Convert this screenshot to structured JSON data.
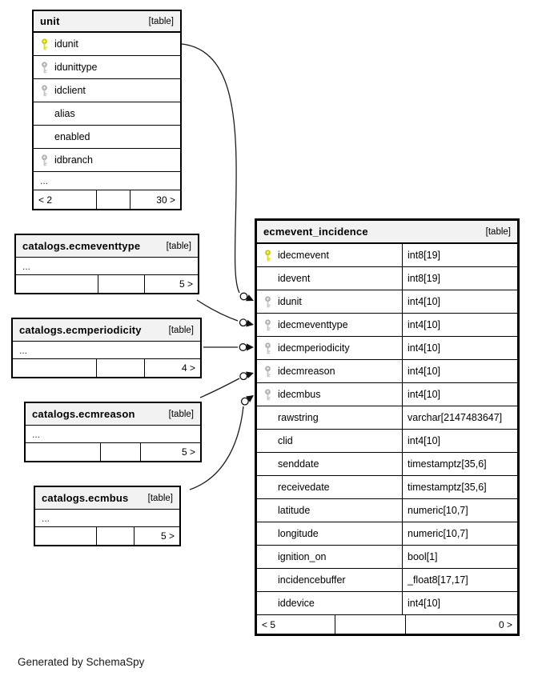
{
  "app": {
    "credit": "Generated by SchemaSpy"
  },
  "colors": {
    "primary_key": "#e0e000",
    "foreign_key": "#c6c6c6",
    "header_bg": "#f2f2f2",
    "border": "#000000"
  },
  "icons": {
    "primary_key_icon": "yellow key glyph",
    "foreign_key_icon": "gray key glyph",
    "odot": "open circle connector",
    "arrow": "solid triangle arrowhead"
  },
  "tables": {
    "unit": {
      "name": "unit",
      "tag": "[table]",
      "more": "...",
      "footer": {
        "left": "< 2",
        "mid": "",
        "right": "30 >"
      },
      "rows": [
        {
          "name": "idunit"
        },
        {
          "name": "idunittype"
        },
        {
          "name": "idclient"
        },
        {
          "name": "alias"
        },
        {
          "name": "enabled"
        },
        {
          "name": "idbranch"
        }
      ]
    },
    "ecmeventtype": {
      "name": "catalogs.ecmeventtype",
      "tag": "[table]",
      "more": "...",
      "footer": {
        "left": "",
        "mid": "",
        "right": "5 >"
      }
    },
    "ecmperiodicity": {
      "name": "catalogs.ecmperiodicity",
      "tag": "[table]",
      "more": "...",
      "footer": {
        "left": "",
        "mid": "",
        "right": "4 >"
      }
    },
    "ecmreason": {
      "name": "catalogs.ecmreason",
      "tag": "[table]",
      "more": "...",
      "footer": {
        "left": "",
        "mid": "",
        "right": "5 >"
      }
    },
    "ecmbus": {
      "name": "catalogs.ecmbus",
      "tag": "[table]",
      "more": "...",
      "footer": {
        "left": "",
        "mid": "",
        "right": "5 >"
      }
    },
    "ecmevent_incidence": {
      "name": "ecmevent_incidence",
      "tag": "[table]",
      "footer": {
        "left": "< 5",
        "mid": "",
        "right": "0 >"
      },
      "rows": [
        {
          "name": "idecmevent",
          "type": "int8[19]"
        },
        {
          "name": "idevent",
          "type": "int8[19]"
        },
        {
          "name": "idunit",
          "type": "int4[10]"
        },
        {
          "name": "idecmeventtype",
          "type": "int4[10]"
        },
        {
          "name": "idecmperiodicity",
          "type": "int4[10]"
        },
        {
          "name": "idecmreason",
          "type": "int4[10]"
        },
        {
          "name": "idecmbus",
          "type": "int4[10]"
        },
        {
          "name": "rawstring",
          "type": "varchar[2147483647]"
        },
        {
          "name": "clid",
          "type": "int4[10]"
        },
        {
          "name": "senddate",
          "type": "timestamptz[35,6]"
        },
        {
          "name": "receivedate",
          "type": "timestamptz[35,6]"
        },
        {
          "name": "latitude",
          "type": "numeric[10,7]"
        },
        {
          "name": "longitude",
          "type": "numeric[10,7]"
        },
        {
          "name": "ignition_on",
          "type": "bool[1]"
        },
        {
          "name": "incidencebuffer",
          "type": "_float8[17,17]"
        },
        {
          "name": "iddevice",
          "type": "int4[10]"
        }
      ]
    }
  },
  "relationships": [
    {
      "from": "unit.idunit",
      "to": "ecmevent_incidence.idunit"
    },
    {
      "from": "catalogs.ecmeventtype",
      "to": "ecmevent_incidence.idecmeventtype"
    },
    {
      "from": "catalogs.ecmperiodicity",
      "to": "ecmevent_incidence.idecmperiodicity"
    },
    {
      "from": "catalogs.ecmreason",
      "to": "ecmevent_incidence.idecmreason"
    },
    {
      "from": "catalogs.ecmbus",
      "to": "ecmevent_incidence.idecmbus"
    }
  ]
}
